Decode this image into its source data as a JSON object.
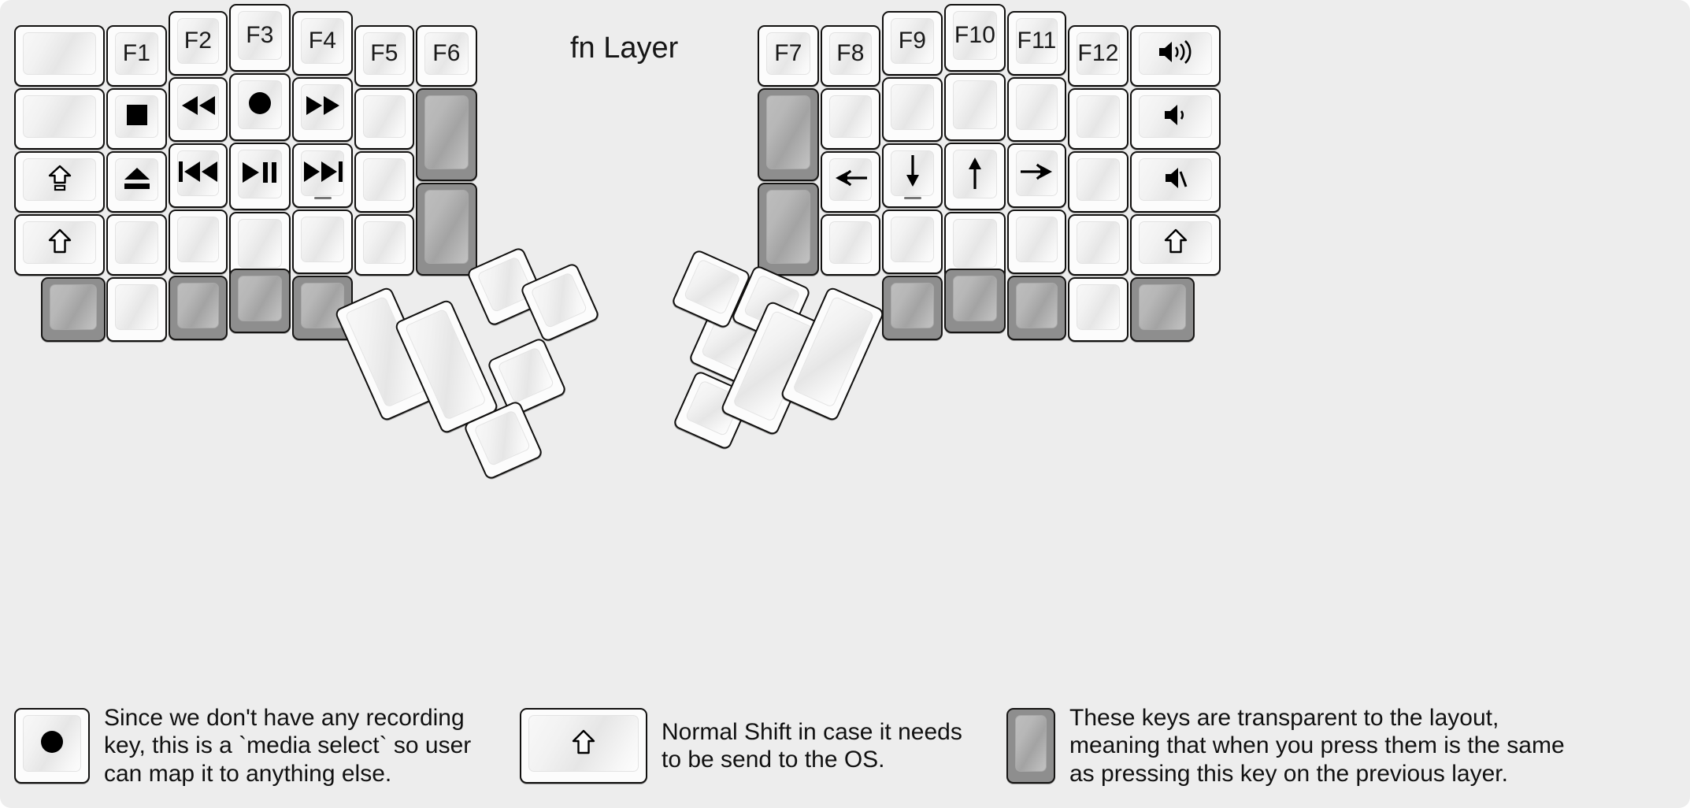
{
  "title": "fn Layer",
  "colors": {
    "background": "#ededed",
    "key_face": "#fcfcfc",
    "key_border": "#11100f",
    "transparent_key": "#8e8e8e",
    "legend_text": "#1a1a1a"
  },
  "glyphs": {
    "stop": "■",
    "eject": "⏏",
    "record": "●",
    "rewind": "⏪",
    "fast_forward": "⏩",
    "prev_track": "⏮",
    "play_pause": "⏯",
    "next_track": "⏭",
    "caps_lock": "⇧",
    "shift": "⇧",
    "arrow_left": "←",
    "arrow_down": "↓",
    "arrow_up": "↑",
    "arrow_right": "→",
    "volume_up": "🔊",
    "volume_down": "🔉",
    "mute": "🔇"
  },
  "left_half": {
    "columns": [
      {
        "name": "outer-left",
        "keys": [
          {
            "label": "",
            "icon": "",
            "state": "normal"
          },
          {
            "label": "",
            "icon": "",
            "state": "normal"
          },
          {
            "label": "",
            "icon": "caps-lock-icon",
            "state": "normal"
          },
          {
            "label": "",
            "icon": "shift-icon",
            "state": "normal"
          },
          {
            "label": "",
            "icon": "",
            "state": "transparent"
          }
        ]
      },
      {
        "name": "pinky",
        "keys": [
          {
            "label": "F1",
            "icon": "",
            "state": "normal"
          },
          {
            "label": "",
            "icon": "stop-icon",
            "state": "normal"
          },
          {
            "label": "",
            "icon": "eject-icon",
            "state": "normal"
          },
          {
            "label": "",
            "icon": "",
            "state": "normal"
          },
          {
            "label": "",
            "icon": "",
            "state": "normal"
          }
        ]
      },
      {
        "name": "ring",
        "keys": [
          {
            "label": "F2",
            "icon": "",
            "state": "normal"
          },
          {
            "label": "",
            "icon": "rewind-icon",
            "state": "normal"
          },
          {
            "label": "",
            "icon": "prev-track-icon",
            "state": "normal"
          },
          {
            "label": "",
            "icon": "",
            "state": "normal"
          },
          {
            "label": "",
            "icon": "",
            "state": "transparent"
          }
        ]
      },
      {
        "name": "middle",
        "keys": [
          {
            "label": "F3",
            "icon": "",
            "state": "normal"
          },
          {
            "label": "",
            "icon": "record-icon",
            "state": "normal"
          },
          {
            "label": "",
            "icon": "play-pause-icon",
            "state": "normal"
          },
          {
            "label": "",
            "icon": "",
            "state": "normal"
          },
          {
            "label": "",
            "icon": "",
            "state": "transparent"
          }
        ]
      },
      {
        "name": "index",
        "keys": [
          {
            "label": "F4",
            "icon": "",
            "state": "normal"
          },
          {
            "label": "",
            "icon": "fast-forward-icon",
            "state": "normal"
          },
          {
            "label": "",
            "icon": "next-track-icon",
            "state": "normal",
            "homing": true
          },
          {
            "label": "",
            "icon": "",
            "state": "normal"
          },
          {
            "label": "",
            "icon": "",
            "state": "transparent"
          }
        ]
      },
      {
        "name": "inner",
        "keys": [
          {
            "label": "F5",
            "icon": "",
            "state": "normal"
          },
          {
            "label": "",
            "icon": "",
            "state": "normal"
          },
          {
            "label": "",
            "icon": "",
            "state": "normal"
          },
          {
            "label": "",
            "icon": "",
            "state": "normal"
          }
        ]
      },
      {
        "name": "innermost",
        "keys": [
          {
            "label": "F6",
            "icon": "",
            "state": "normal"
          },
          {
            "label": "",
            "icon": "",
            "state": "transparent"
          },
          {
            "label": "",
            "icon": "",
            "state": "transparent"
          }
        ]
      }
    ],
    "thumb_cluster": [
      {
        "label": "",
        "icon": "",
        "state": "normal"
      },
      {
        "label": "",
        "icon": "",
        "state": "normal"
      },
      {
        "label": "",
        "icon": "",
        "state": "normal"
      },
      {
        "label": "",
        "icon": "",
        "state": "normal"
      },
      {
        "label": "",
        "icon": "",
        "state": "normal"
      },
      {
        "label": "",
        "icon": "",
        "state": "normal"
      }
    ]
  },
  "right_half": {
    "columns": [
      {
        "name": "innermost",
        "keys": [
          {
            "label": "F7",
            "icon": "",
            "state": "normal"
          },
          {
            "label": "",
            "icon": "",
            "state": "transparent"
          },
          {
            "label": "",
            "icon": "",
            "state": "transparent"
          }
        ]
      },
      {
        "name": "inner",
        "keys": [
          {
            "label": "F8",
            "icon": "",
            "state": "normal"
          },
          {
            "label": "",
            "icon": "",
            "state": "normal"
          },
          {
            "label": "",
            "icon": "arrow-left-icon",
            "state": "normal"
          },
          {
            "label": "",
            "icon": "",
            "state": "normal"
          }
        ]
      },
      {
        "name": "index",
        "keys": [
          {
            "label": "F9",
            "icon": "",
            "state": "normal"
          },
          {
            "label": "",
            "icon": "",
            "state": "normal"
          },
          {
            "label": "",
            "icon": "arrow-down-icon",
            "state": "normal",
            "homing": true
          },
          {
            "label": "",
            "icon": "",
            "state": "normal"
          },
          {
            "label": "",
            "icon": "",
            "state": "transparent"
          }
        ]
      },
      {
        "name": "middle",
        "keys": [
          {
            "label": "F10",
            "icon": "",
            "state": "normal"
          },
          {
            "label": "",
            "icon": "",
            "state": "normal"
          },
          {
            "label": "",
            "icon": "arrow-up-icon",
            "state": "normal"
          },
          {
            "label": "",
            "icon": "",
            "state": "normal"
          },
          {
            "label": "",
            "icon": "",
            "state": "transparent"
          }
        ]
      },
      {
        "name": "ring",
        "keys": [
          {
            "label": "F11",
            "icon": "",
            "state": "normal"
          },
          {
            "label": "",
            "icon": "",
            "state": "normal"
          },
          {
            "label": "",
            "icon": "arrow-right-icon",
            "state": "normal"
          },
          {
            "label": "",
            "icon": "",
            "state": "normal"
          },
          {
            "label": "",
            "icon": "",
            "state": "transparent"
          }
        ]
      },
      {
        "name": "pinky",
        "keys": [
          {
            "label": "F12",
            "icon": "",
            "state": "normal"
          },
          {
            "label": "",
            "icon": "",
            "state": "normal"
          },
          {
            "label": "",
            "icon": "",
            "state": "normal"
          },
          {
            "label": "",
            "icon": "",
            "state": "normal"
          },
          {
            "label": "",
            "icon": "",
            "state": "normal"
          }
        ]
      },
      {
        "name": "outer-right",
        "keys": [
          {
            "label": "",
            "icon": "volume-up-icon",
            "state": "normal"
          },
          {
            "label": "",
            "icon": "volume-down-icon",
            "state": "normal"
          },
          {
            "label": "",
            "icon": "mute-icon",
            "state": "normal"
          },
          {
            "label": "",
            "icon": "shift-icon",
            "state": "normal"
          },
          {
            "label": "",
            "icon": "",
            "state": "transparent"
          }
        ]
      }
    ],
    "thumb_cluster": [
      {
        "label": "",
        "icon": "",
        "state": "normal"
      },
      {
        "label": "",
        "icon": "",
        "state": "normal"
      },
      {
        "label": "",
        "icon": "",
        "state": "normal"
      },
      {
        "label": "",
        "icon": "",
        "state": "normal"
      },
      {
        "label": "",
        "icon": "",
        "state": "normal"
      },
      {
        "label": "",
        "icon": "",
        "state": "normal"
      }
    ]
  },
  "notes": [
    {
      "id": "record-note",
      "swatch_icon": "record-icon",
      "swatch_state": "normal",
      "text": "Since we don't have any recording\nkey, this is a `media select` so user\ncan map it to anything else."
    },
    {
      "id": "shift-note",
      "swatch_icon": "shift-icon",
      "swatch_state": "normal",
      "text": "Normal Shift in case it needs\nto be send to the OS."
    },
    {
      "id": "transparent-note",
      "swatch_icon": "",
      "swatch_state": "transparent",
      "text": "These keys are transparent to the layout,\nmeaning that when you press them is the same\nas pressing this key on the previous layer."
    }
  ]
}
